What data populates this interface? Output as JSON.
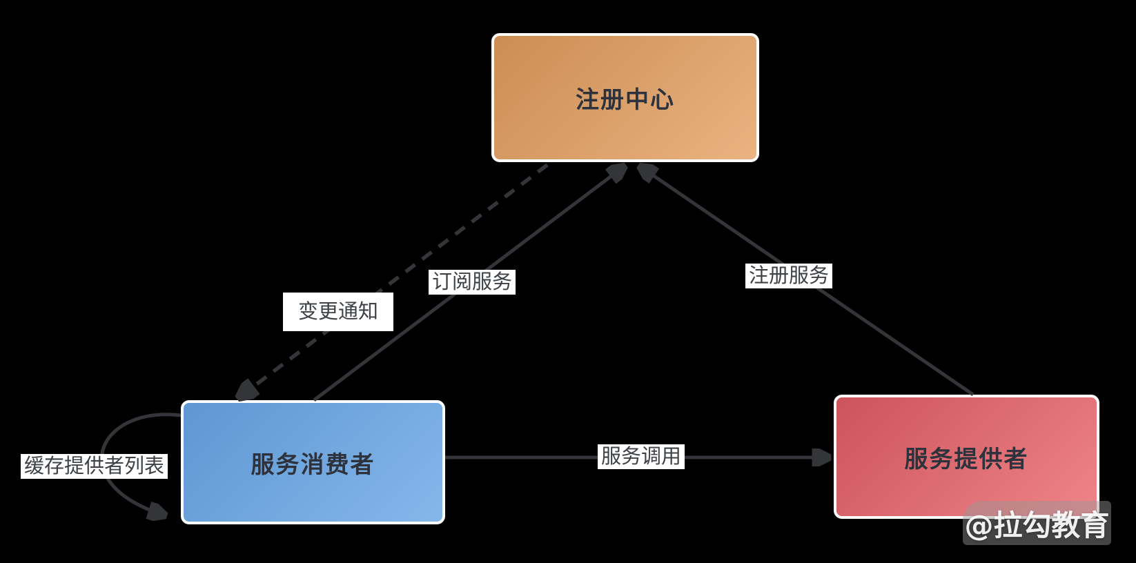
{
  "background_color": "#000000",
  "arrow_color": "#333538",
  "edge_label_bg": "#ffffff",
  "edge_label_text_color": "#3d4145",
  "node_text_color": "#2e323c",
  "diagram": {
    "nodes": [
      {
        "id": "registry",
        "label": "注册中心",
        "color_from": "#cb8d53",
        "color_to": "#eab381"
      },
      {
        "id": "consumer",
        "label": "服务消费者",
        "color_from": "#5e97d3",
        "color_to": "#85b7ea"
      },
      {
        "id": "provider",
        "label": "服务提供者",
        "color_from": "#cc545b",
        "color_to": "#ee8489"
      }
    ],
    "edges": [
      {
        "id": "subscribe",
        "label": "订阅服务",
        "from": "consumer",
        "to": "registry",
        "style": "solid"
      },
      {
        "id": "notify",
        "label": "变更通知",
        "from": "registry",
        "to": "consumer",
        "style": "dashed"
      },
      {
        "id": "register",
        "label": "注册服务",
        "from": "provider",
        "to": "registry",
        "style": "solid"
      },
      {
        "id": "invoke",
        "label": "服务调用",
        "from": "consumer",
        "to": "provider",
        "style": "solid"
      },
      {
        "id": "cache",
        "label": "缓存提供者列表",
        "from": "consumer",
        "to": "consumer",
        "style": "solid"
      }
    ]
  },
  "watermark": {
    "text": "@拉勾教育"
  }
}
